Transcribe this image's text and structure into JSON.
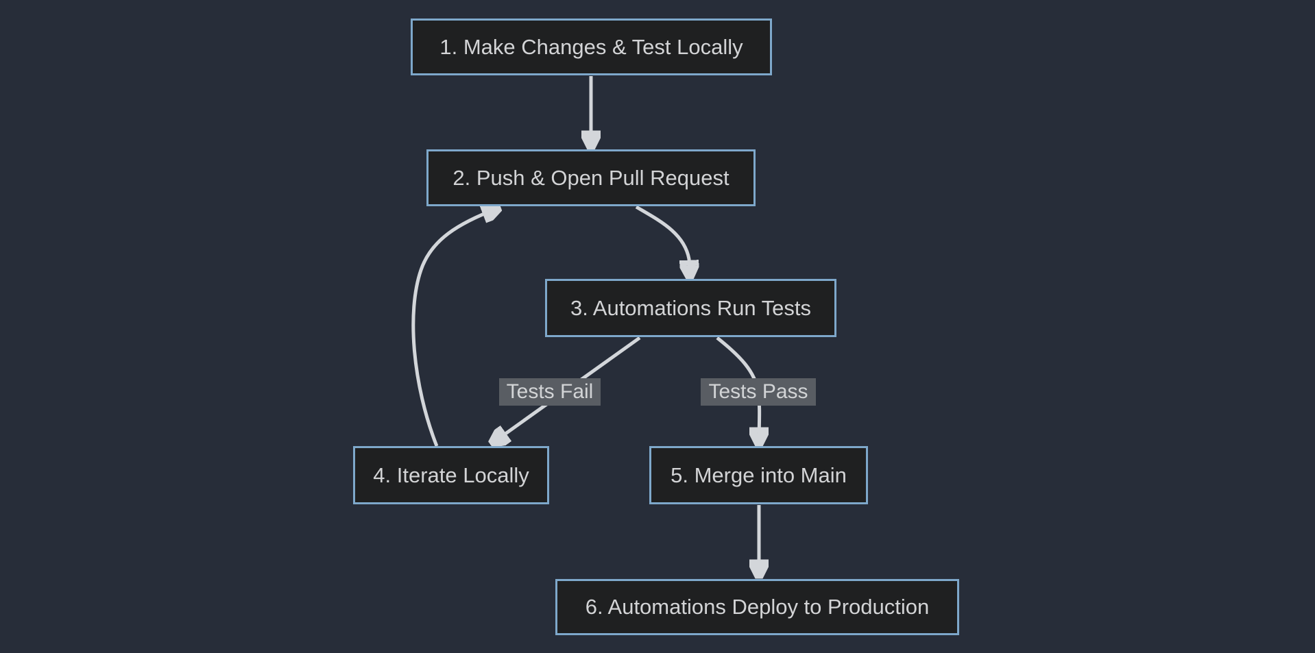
{
  "diagram": {
    "type": "flowchart",
    "direction": "top-down",
    "nodes": [
      {
        "id": "1",
        "label": "1. Make Changes & Test Locally"
      },
      {
        "id": "2",
        "label": "2. Push & Open Pull Request"
      },
      {
        "id": "3",
        "label": "3. Automations Run Tests"
      },
      {
        "id": "4",
        "label": "4. Iterate Locally"
      },
      {
        "id": "5",
        "label": "5. Merge into Main"
      },
      {
        "id": "6",
        "label": "6. Automations Deploy to Production"
      }
    ],
    "edges": [
      {
        "from": "1",
        "to": "2",
        "label": ""
      },
      {
        "from": "2",
        "to": "3",
        "label": ""
      },
      {
        "from": "3",
        "to": "4",
        "label": "Tests Fail"
      },
      {
        "from": "3",
        "to": "5",
        "label": "Tests Pass"
      },
      {
        "from": "4",
        "to": "2",
        "label": ""
      },
      {
        "from": "5",
        "to": "6",
        "label": ""
      }
    ],
    "colors": {
      "background": "#272d39",
      "node_fill": "#1f2021",
      "node_border": "#7ea8cb",
      "node_text": "#d3d4d6",
      "edge_line": "#d3d6da",
      "arrowhead": "#e2e4e6",
      "edge_label_bg": "#595d63",
      "edge_label_text": "#d2d4d6"
    }
  }
}
